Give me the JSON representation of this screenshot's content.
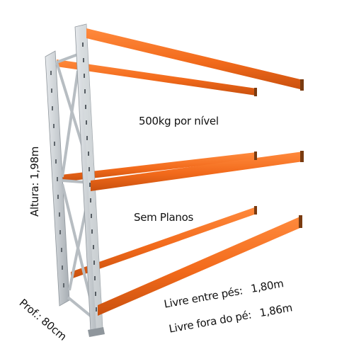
{
  "specs": {
    "height_label": "Altura: 1,98m",
    "capacity_label": "500kg por nível",
    "no_shelves_label": "Sem Planos",
    "depth_label": "Prof.: 80cm",
    "free_between_feet_label": "Livre entre pés:",
    "free_between_feet_value": "1,80m",
    "free_outside_feet_label": "Livre fora do pé:",
    "free_outside_feet_value": "1,86m"
  },
  "colors": {
    "beam_orange": "#f26a1b",
    "beam_dark": "#c9500e",
    "upright_gray": "#c9ced2",
    "upright_dark": "#9aa1a7"
  }
}
